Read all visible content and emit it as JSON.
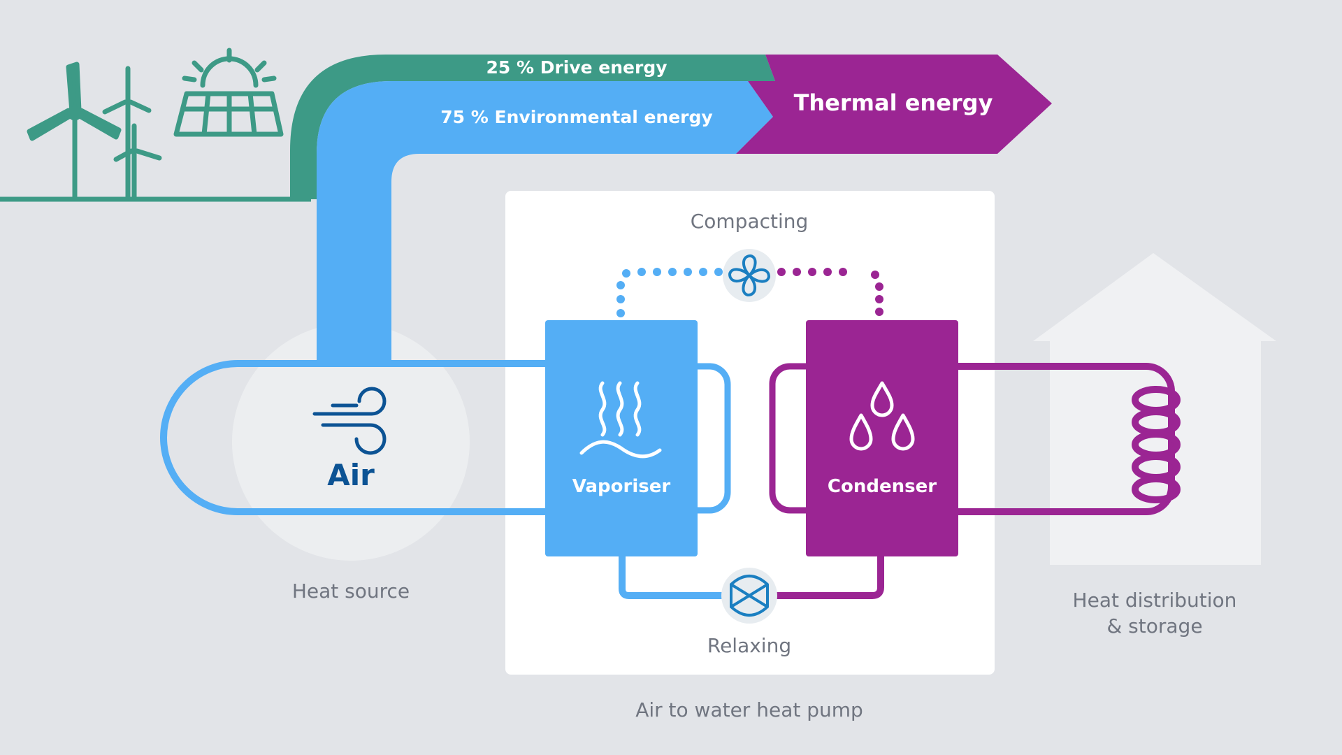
{
  "energy": {
    "drive": "25 % Drive energy",
    "environmental": "75 % Environmental energy",
    "thermal": "Thermal energy"
  },
  "components": {
    "source": "Air",
    "vaporiser": "Vaporiser",
    "condenser": "Condenser"
  },
  "labels": {
    "compacting": "Compacting",
    "relaxing": "Relaxing",
    "heat_source": "Heat source",
    "heat_distribution_line1": "Heat distribution",
    "heat_distribution_line2": "& storage",
    "caption": "Air to water heat pump"
  },
  "colors": {
    "background": "#e2e4e8",
    "panel": "#ffffff",
    "teal": "#3d9a86",
    "blue": "#54aef5",
    "dark_blue": "#0c5394",
    "purple": "#9b2593",
    "house": "#f0f1f3",
    "gray_text": "#707580"
  },
  "icons": {
    "wind_turbines": "wind-turbine-icon",
    "solar": "solar-panel-icon",
    "air": "wind-icon",
    "vaporiser": "heat-waves-icon",
    "condenser": "water-drops-icon",
    "compressor": "fan-icon",
    "valve": "expansion-valve-icon",
    "coil": "heating-coil-icon",
    "house": "house-icon"
  }
}
